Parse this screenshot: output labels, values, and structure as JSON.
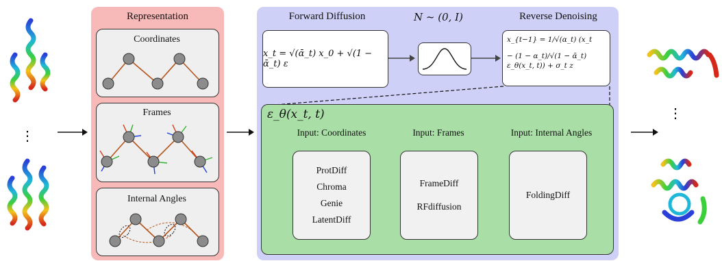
{
  "representation": {
    "title": "Representation",
    "boxes": [
      {
        "label": "Coordinates"
      },
      {
        "label": "Frames"
      },
      {
        "label": "Internal Angles"
      }
    ]
  },
  "model": {
    "forward_title": "Forward Diffusion",
    "noise_label": "N ~ (0, I)",
    "reverse_title": "Reverse Denoising",
    "forward_eq": "x_t = √(ᾱ_t) x_0 + √(1 − ᾱ_t) ε",
    "reverse_eq_line1": "x_{t−1} = 1/√(α_t) (x_t",
    "reverse_eq_line2": "− (1 − α_t)/√(1 − ᾱ_t) ε_θ(x_t, t)) + σ_t z",
    "eps_label": "ε_θ(x_t, t)"
  },
  "inputs": [
    {
      "label": "Input: Coordinates",
      "methods": [
        "ProtDiff",
        "Chroma",
        "Genie",
        "LatentDiff"
      ]
    },
    {
      "label": "Input: Frames",
      "methods": [
        "FrameDiff",
        "RFdiffusion"
      ]
    },
    {
      "label": "Input: Internal Angles",
      "methods": [
        "FoldingDiff"
      ]
    }
  ],
  "ellipsis": "⋮",
  "colors": {
    "representation_bg": "#f8b9b9",
    "model_bg": "#cfd0f7",
    "eps_bg": "#a9dfa6",
    "bond": "#b5531c",
    "atom": "#808080"
  }
}
